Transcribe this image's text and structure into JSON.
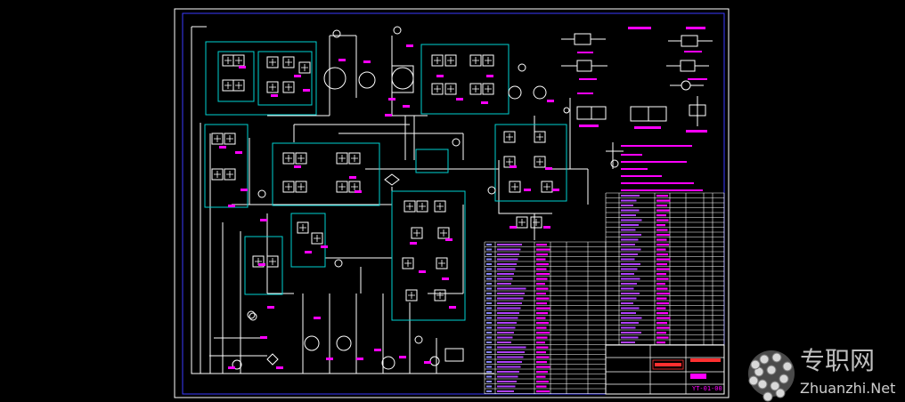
{
  "watermark": {
    "cn_text": "专职网",
    "url_text": "Zhuanzhi.Net"
  },
  "title_block": {
    "drawing_no": "YT-01-00"
  },
  "colors": {
    "background": "#000000",
    "frame": "#ffffff",
    "inner_frame": "#0000ff",
    "hydraulic_line": "#ffffff",
    "component_box": "#00d2d2",
    "component": "#ffffff",
    "label": "#ff00ff",
    "table_line": "#ffffff",
    "title_red": "#ff3030",
    "watermark_text": "#ffffff"
  }
}
